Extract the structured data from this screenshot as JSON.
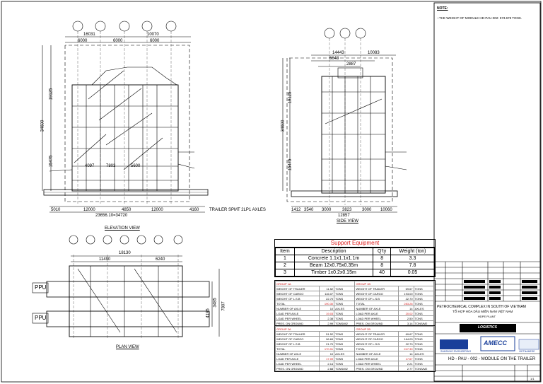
{
  "support_equipment": {
    "title": "Support Equipment",
    "columns": [
      "Item",
      "Description",
      "Q'ty",
      "Weight (ton)"
    ],
    "rows": [
      [
        "1",
        "Concrete 1.1x1.1x1.1m",
        "8",
        "3.3"
      ],
      [
        "2",
        "Beam 12x0.75x0.35m",
        "8",
        "7.8"
      ],
      [
        "3",
        "Timber 1x0.2x0.15m",
        "40",
        "0.05"
      ]
    ]
  },
  "load_tables": [
    {
      "header_a": "GROUP 1A",
      "header_b": "GROUP 1B",
      "rows": [
        [
          "WEIGHT OF TRAILER",
          "11.52",
          "TONS",
          "WEIGHT OF TRAILER",
          "69.67",
          "TONS"
        ],
        [
          "WEIGHT OF CARGO",
          "116.07",
          "TONS",
          "WEIGHT OF CARGO",
          "193.00",
          "TONS"
        ],
        [
          "WEIGHT OF L.S.B",
          "22.70",
          "TONS",
          "WEIGHT OF L.S.B",
          "22.70",
          "TONS"
        ],
        [
          "TOTAL",
          "190.30",
          "TONS",
          "TOTAL",
          "283.26",
          "TONS"
        ],
        [
          "NUMBER OF AXLE",
          "10",
          "AXLES",
          "NUMBER OF AXLE",
          "14",
          "AXLES"
        ],
        [
          "LOAD PER AXLE",
          "19.03",
          "TONS",
          "LOAD PER AXLE",
          "20.02",
          "TONS"
        ],
        [
          "LOAD PER WHEEL",
          "2.38",
          "TONS",
          "LOAD PER WHEEL",
          "2.50",
          "TONS"
        ],
        [
          "PRES. ON GROUND",
          "2.99",
          "TONS/M2",
          "PRES. ON GROUND",
          "3.14",
          "TONS/M2"
        ]
      ]
    },
    {
      "header_a": "GROUP 2A",
      "header_b": "GROUP 2B",
      "rows": [
        [
          "WEIGHT OF TRAILER",
          "51.52",
          "TONS",
          "WEIGHT OF TRAILER",
          "69.67",
          "TONS"
        ],
        [
          "WEIGHT OF CARGO",
          "96.69",
          "TONS",
          "WEIGHT OF CARGO",
          "164.03",
          "TONS"
        ],
        [
          "WEIGHT OF L.S.B",
          "21.70",
          "TONS",
          "WEIGHT OF L.S.B",
          "22.70",
          "TONS"
        ],
        [
          "TOTAL",
          "170.91",
          "TONS",
          "TOTAL",
          "247.39",
          "TONS"
        ],
        [
          "NUMBER OF AXLE",
          "10",
          "AXLES",
          "NUMBER OF AXLE",
          "14",
          "AXLES"
        ],
        [
          "LOAD PER AXLE",
          "17.09",
          "TONS",
          "LOAD PER AXLE",
          "17.67",
          "TONS"
        ],
        [
          "LOAD PER WHEEL",
          "2.14",
          "TONS",
          "LOAD PER WHEEL",
          "2.21",
          "TONS"
        ],
        [
          "PRES. ON GROUND",
          "2.68",
          "TONS/M2",
          "PRES. ON GROUND",
          "2.77",
          "TONS/M2"
        ]
      ]
    }
  ],
  "views": {
    "elevation": "ELEVATION VIEW",
    "side": "SIDE VIEW",
    "plan": "PLAN VIEW"
  },
  "elevation_dims": {
    "top_overall": "16031",
    "top_right": "10070",
    "top_a": "6000",
    "top_b": "6000",
    "top_c": "6000",
    "height_total": "34600",
    "height_upper": "19125",
    "height_lower": "15475",
    "mid_a": "4097",
    "mid_b": "7803",
    "mid_c": "5600",
    "bottom_a": "5010",
    "bottom_b": "12000",
    "bottom_c": "4850",
    "bottom_d": "12000",
    "bottom_e": "4160",
    "bottom_total": "23656.10=34720",
    "trailer_note": "TRAILER SPMT 2LP1 AXLES"
  },
  "side_dims": {
    "top_a": "14443",
    "top_b": "10083",
    "top_c": "6643",
    "top_d": "2887",
    "height_total": "34600",
    "height_upper": "19125",
    "height_lower": "15475",
    "bottom_a": "1412",
    "bottom_b": "3540",
    "bottom_c": "3000",
    "bottom_d": "3823",
    "bottom_e": "3000",
    "bottom_f": "10060",
    "bottom_total": "12857"
  },
  "plan_dims": {
    "top_total": "18130",
    "top_a": "11490",
    "top_b": "6240",
    "side_a": "3485",
    "side_b": "4195",
    "side_c": "7807",
    "ppu_1": "PPU",
    "ppu_2": "PPU"
  },
  "title_block": {
    "note_title": "NOTE:",
    "note_text": "--THE WEIGHT OF MODULE HD-PAU-002: 573.678 TONS.",
    "project_en": "PETROCHEMICAL COMPLEX IN SOUTH OF VIETNAM",
    "project_vn": "TỔ HỢP HÓA DẦU MIỀN NAM VIỆT NAM",
    "project_sub": "HDPE PLANT",
    "company_logo": "LOGISTICS",
    "client_1": "SAMSUNG ENGINEERING",
    "client_2": "AMECC",
    "client_3": "VIETNAMESE",
    "drawing_title": "HD - PAU - 002 - MODULE  ON THE TRAILER",
    "scale": "1/1"
  },
  "colors": {
    "line": "#000000",
    "red": "#d01010",
    "amecc_blue": "#1a3f9a"
  }
}
